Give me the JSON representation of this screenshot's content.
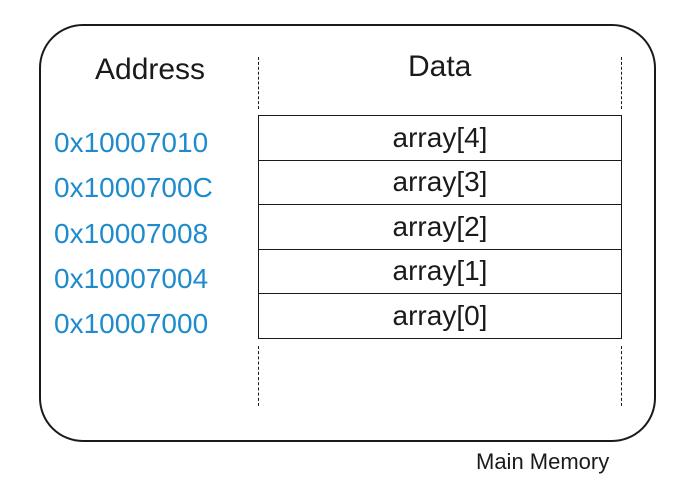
{
  "headers": {
    "address": "Address",
    "data": "Data"
  },
  "rows": [
    {
      "address": "0x10007010",
      "data": "array[4]"
    },
    {
      "address": "0x1000700C",
      "data": "array[3]"
    },
    {
      "address": "0x10007008",
      "data": "array[2]"
    },
    {
      "address": "0x10007004",
      "data": "array[1]"
    },
    {
      "address": "0x10007000",
      "data": "array[0]"
    }
  ],
  "caption": "Main Memory",
  "colors": {
    "address_text": "#1f8bcd",
    "line": "#1a1a1a"
  }
}
